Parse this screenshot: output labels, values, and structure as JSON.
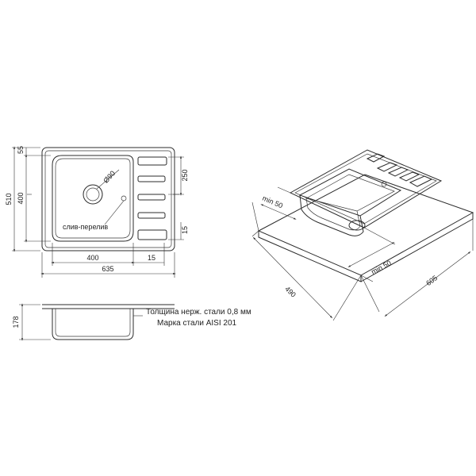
{
  "top_view": {
    "overall_width": "635",
    "overall_height": "510",
    "bowl_width": "400",
    "bowl_height": "400",
    "offset_top": "55",
    "offset_right": "15",
    "drainer_length": "250",
    "drainer_offset": "15",
    "drain_diameter": "Ø90",
    "overflow_label": "слив-перелив"
  },
  "side_view": {
    "depth": "178"
  },
  "material_notes": [
    "Толщина нерж. стали 0,8 мм",
    "Марка стали AISI 201"
  ],
  "iso_view": {
    "cutout_depth": "490",
    "cutout_width": "605",
    "min_clearance_left": "min 50",
    "min_clearance_right": "min 50"
  }
}
